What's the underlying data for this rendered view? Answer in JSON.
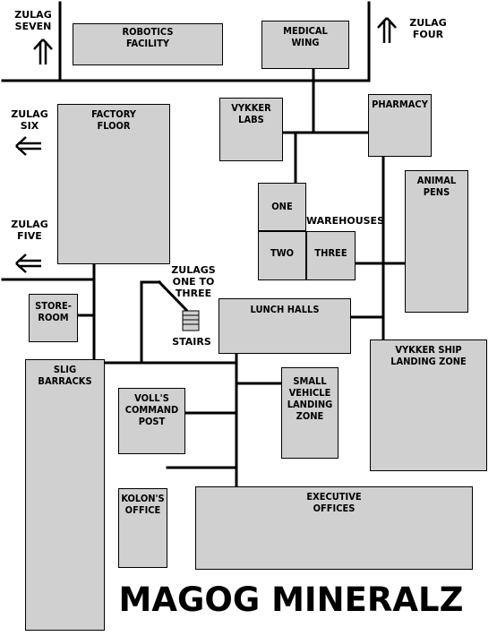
{
  "title": "MAGOG MINERALZ",
  "colors": {
    "room_fill": "#d0d0d0",
    "line": "#000000",
    "background": "#ffffff"
  },
  "rooms": {
    "robotics": "ROBOTICS\nFACILITY",
    "medical": "MEDICAL\nWING",
    "vykker_labs": "VYKKER\nLABS",
    "pharmacy": "PHARMACY",
    "factory": "FACTORY\nFLOOR",
    "animal_pens": "ANIMAL\nPENS",
    "warehouse_one": "ONE",
    "warehouse_two": "TWO",
    "warehouse_three": "THREE",
    "storeroom": "STORE-\nROOM",
    "lunch": "LUNCH HALLS",
    "slig": "SLIG\nBARRACKS",
    "voll": "VOLL'S\nCOMMAND\nPOST",
    "small_vehicle": "SMALL\nVEHICLE\nLANDING\nZONE",
    "vykker_ship": "VYKKER SHIP\nLANDING ZONE",
    "kolon": "KOLON'S\nOFFICE",
    "executive": "EXECUTIVE\nOFFICES"
  },
  "labels": {
    "zulag_seven": "ZULAG\nSEVEN",
    "zulag_four": "ZULAG\nFOUR",
    "zulag_six": "ZULAG\nSIX",
    "zulag_five": "ZULAG\nFIVE",
    "warehouses": "WAREHOUSES",
    "zulags_one_to_three": "ZULAGS\nONE TO\nTHREE",
    "stairs": "STAIRS"
  },
  "icons": {
    "zulag_seven": "arrow-up-icon",
    "zulag_four": "arrow-up-icon",
    "zulag_six": "arrow-left-icon",
    "zulag_five": "arrow-left-icon",
    "stairs": "stairs-icon"
  }
}
